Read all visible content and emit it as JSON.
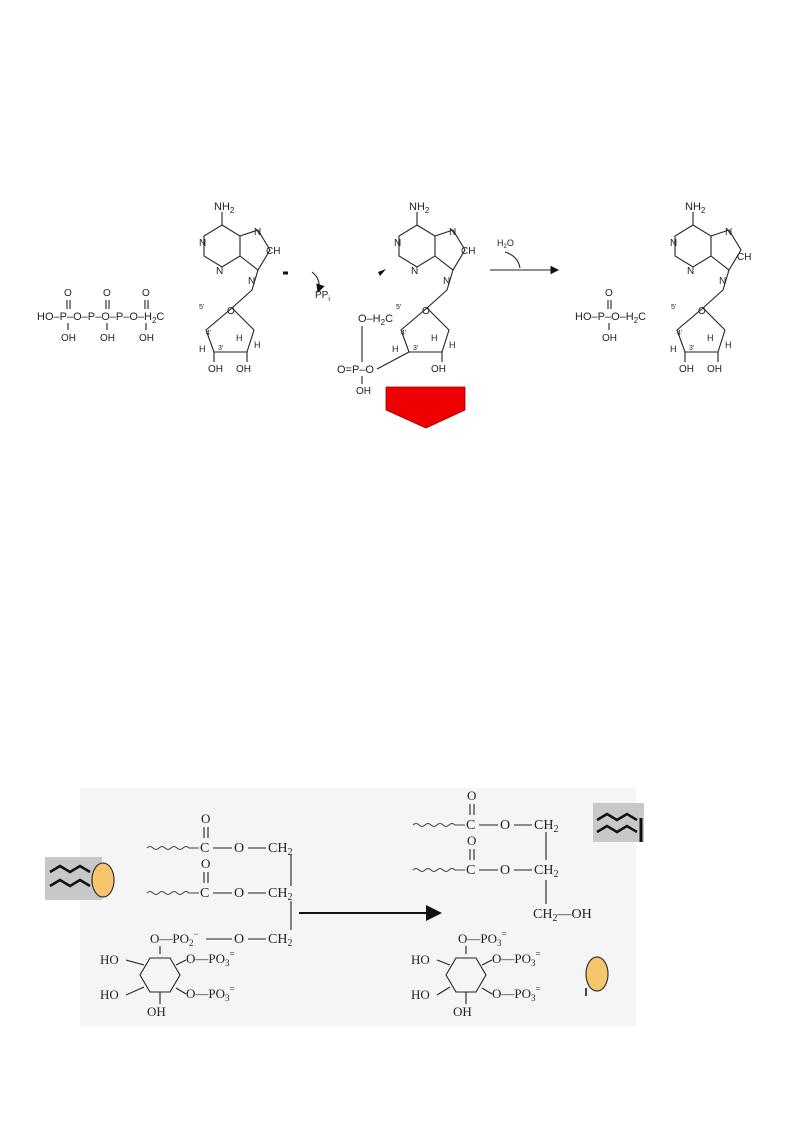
{
  "reaction_top": {
    "atp": {
      "nh2": "NH",
      "nh2_sub": "2",
      "n": "N",
      "ch": "CH",
      "phosphate_chain": "HO–P–O–P–O–P–O–H",
      "phosphate_chain_sub": "2",
      "phosphate_chain_c": "C",
      "oh": "OH",
      "o": "O",
      "h": "H",
      "c5": "5'",
      "c4": "4'",
      "c3": "3'"
    },
    "byproduct": "PP",
    "byproduct_sub": "i",
    "camp": {
      "nh2": "NH",
      "nh2_sub": "2",
      "n": "N",
      "ch": "CH",
      "o_h2c": "O–H",
      "o_h2c_sub": "2",
      "o_h2c_c": "C",
      "p_group": "O=P–O",
      "oh": "OH",
      "o": "O",
      "h": "H",
      "c5": "5'",
      "c4": "4'",
      "c3": "3'"
    },
    "reagent": "H",
    "reagent_sub": "2",
    "reagent_o": "O",
    "amp": {
      "nh2": "NH",
      "nh2_sub": "2",
      "n": "N",
      "ch": "CH",
      "phosphate": "HO–P–O–H",
      "phosphate_sub": "2",
      "phosphate_c": "C",
      "oh": "OH",
      "o": "O",
      "h": "H",
      "c5": "5'",
      "c4": "4'",
      "c3": "3'"
    },
    "down_arrow_color": "#ee0000"
  },
  "reaction_bottom": {
    "pip2": {
      "ester_o": "O",
      "c": "C",
      "o": "O",
      "ch2": "CH",
      "sub2": "2",
      "po2": "O—PO",
      "po2_sub": "2",
      "po2_sup": "−",
      "po3": "O—PO",
      "po3_sub": "3",
      "po3_sup": "=",
      "ho": "HO",
      "oh": "OH",
      "dash": "—"
    },
    "dag": {
      "ch2oh": "CH",
      "ch2oh_sub": "2",
      "ch2oh_tail": "—OH",
      "c": "C",
      "o": "O",
      "ch2": "CH",
      "sub2": "2",
      "dash": "—"
    },
    "ip3": {
      "po3": "O—PO",
      "po3_sub": "3",
      "po3_sup": "=",
      "ho": "HO",
      "oh": "OH"
    },
    "panel_color": "#f5f5f5",
    "icon_box_color": "#c8c8c8",
    "headgroup_color": "#f7c56b"
  }
}
